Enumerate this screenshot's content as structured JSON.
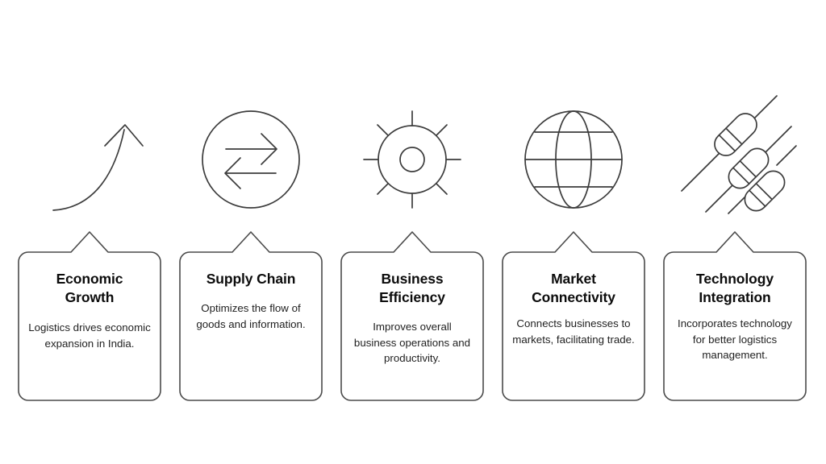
{
  "canvas": {
    "background_color": "#ffffff",
    "stroke_color": "#3c3c3c",
    "card_border_color": "#4a4a4a",
    "title_color": "#0c0c0c",
    "body_color": "#1f1f1f"
  },
  "cards": [
    {
      "icon": "growth-arrow-icon",
      "title": "Economic\nGrowth",
      "title_line1": "Economic",
      "title_line2": "Growth",
      "description": "Logistics drives economic expansion in India."
    },
    {
      "icon": "exchange-arrows-circle-icon",
      "title": "Supply Chain",
      "title_line1": "Supply Chain",
      "title_line2": "",
      "description": "Optimizes the flow of goods and information."
    },
    {
      "icon": "gear-sun-icon",
      "title": "Business\nEfficiency",
      "title_line1": "Business",
      "title_line2": "Efficiency",
      "description": "Improves overall business operations and productivity."
    },
    {
      "icon": "globe-icon",
      "title": "Market\nConnectivity",
      "title_line1": "Market",
      "title_line2": "Connectivity",
      "description": "Connects businesses to markets, facilitating trade."
    },
    {
      "icon": "resistors-icon",
      "title": "Technology\nIntegration",
      "title_line1": "Technology",
      "title_line2": "Integration",
      "description": "Incorporates technology for better logistics management."
    }
  ]
}
